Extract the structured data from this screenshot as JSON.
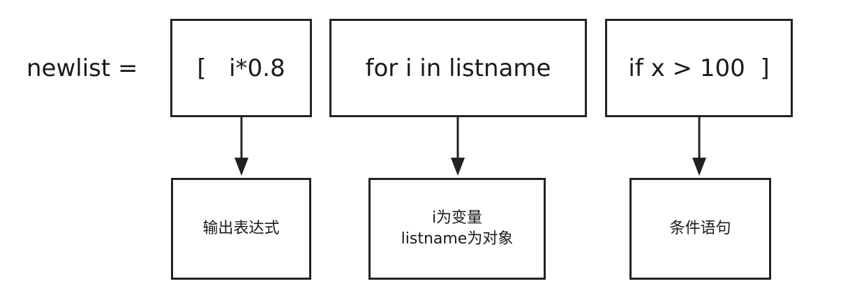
{
  "assignment_label": "newlist =",
  "top_boxes": [
    {
      "text": "[   i*0.8"
    },
    {
      "text": "for i in listname"
    },
    {
      "text": "if x > 100  ]"
    }
  ],
  "bottom_boxes": [
    {
      "lines": [
        "输出表达式"
      ]
    },
    {
      "lines": [
        "i为变量",
        "listname为对象"
      ]
    },
    {
      "lines": [
        "条件语句"
      ]
    }
  ]
}
